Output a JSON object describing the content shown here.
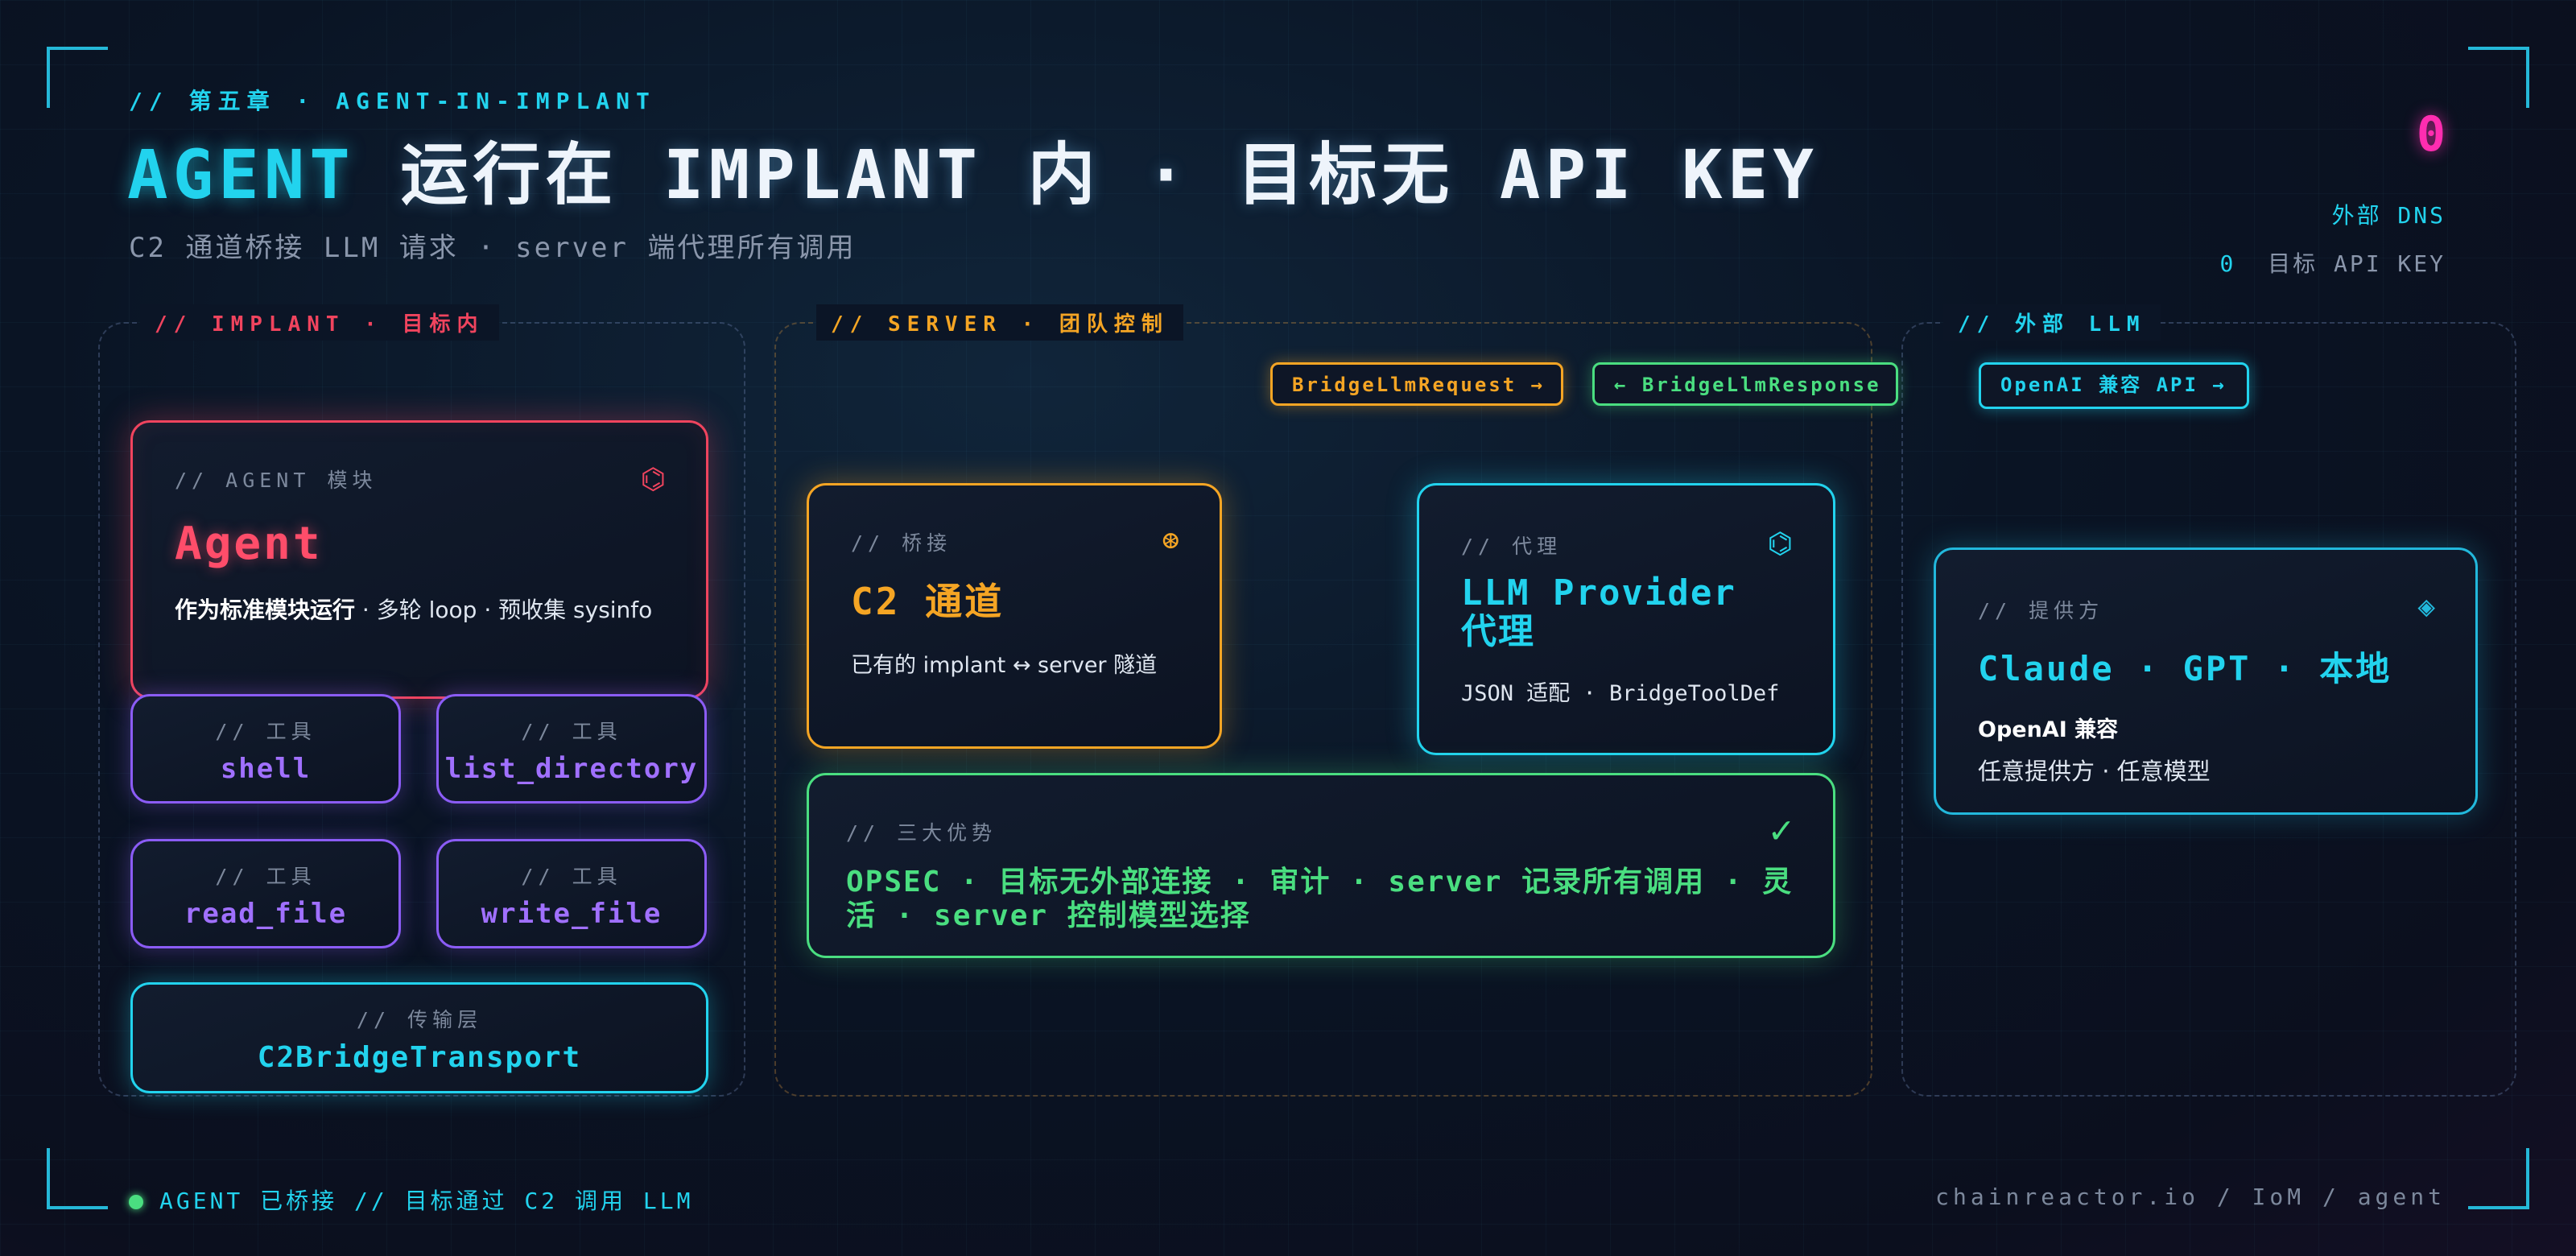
{
  "header": {
    "eyebrow": "// 第五章 · AGENT-IN-IMPLANT",
    "title_highlight": "AGENT",
    "title_rest": "运行在 IMPLANT 内 · 目标无 API KEY",
    "subtitle": "C2 通道桥接 LLM 请求 · server 端代理所有调用"
  },
  "stats": {
    "dns_count": "0",
    "dns_label": "外部 DNS",
    "key_count": "0",
    "key_label": "目标 API KEY"
  },
  "regions": {
    "implant": "// IMPLANT · 目标内",
    "server": "// SERVER · 团队控制",
    "external": "// 外部 LLM"
  },
  "agent": {
    "caption": "// AGENT 模块",
    "name": "Agent",
    "desc_bold": "作为标准模块运行",
    "desc_rest": " · 多轮 loop · 预收集 sysinfo"
  },
  "tools": [
    {
      "caption": "// 工具",
      "name": "shell"
    },
    {
      "caption": "// 工具",
      "name": "list_directory"
    },
    {
      "caption": "// 工具",
      "name": "read_file"
    },
    {
      "caption": "// 工具",
      "name": "write_file"
    }
  ],
  "transport": {
    "caption": "// 传输层",
    "name": "C2BridgeTransport"
  },
  "bridge": {
    "caption": "// 桥接",
    "name": "C2 通道",
    "desc": "已有的 implant ↔ server 隧道"
  },
  "proxy": {
    "caption": "// 代理",
    "name": "LLM Provider 代理",
    "desc": "JSON 适配 · BridgeToolDef"
  },
  "advantages": {
    "caption": "// 三大优势",
    "body": "OPSEC · 目标无外部连接 · 审计 · server 记录所有调用 · 灵活 · server 控制模型选择"
  },
  "provider": {
    "caption": "// 提供方",
    "name": "Claude · GPT · 本地",
    "line1": "OpenAI 兼容",
    "line2": "任意提供方 · 任意模型"
  },
  "chips": {
    "request": "BridgeLlmRequest →",
    "response": "← BridgeLlmResponse",
    "api": "OpenAI 兼容 API →"
  },
  "footer": {
    "status": "AGENT 已桥接 // 目标通过 C2 调用 LLM",
    "source": "chainreactor.io / IoM / agent"
  },
  "colors": {
    "cyan": "#22d3ee",
    "red": "#f0445e",
    "purple": "#8b5cf6",
    "orange": "#f5a524",
    "green": "#4ade80",
    "magenta": "#ff2db0"
  }
}
